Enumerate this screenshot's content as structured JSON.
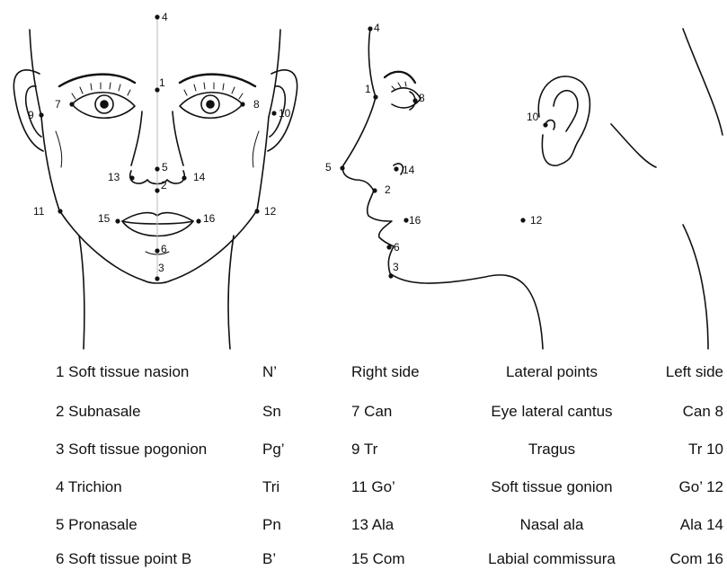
{
  "landmarks": {
    "frontal": [
      "4",
      "1",
      "7",
      "8",
      "9",
      "10",
      "5",
      "2",
      "13",
      "14",
      "11",
      "12",
      "15",
      "16",
      "6",
      "3"
    ],
    "profile": [
      "4",
      "1",
      "8",
      "10",
      "5",
      "14",
      "2",
      "16",
      "12",
      "6",
      "3"
    ]
  },
  "table": {
    "midline": [
      {
        "name": "1 Soft tissue nasion",
        "abbr": "N’"
      },
      {
        "name": "2 Subnasale",
        "abbr": "Sn"
      },
      {
        "name": "3 Soft tissue pogonion",
        "abbr": "Pg’"
      },
      {
        "name": "4 Trichion",
        "abbr": "Tri"
      },
      {
        "name": "5 Pronasale",
        "abbr": "Pn"
      },
      {
        "name": "6 Soft tissue point B",
        "abbr": "B’"
      }
    ],
    "lateral_header": {
      "right": "Right side",
      "center": "Lateral points",
      "left": "Left side"
    },
    "lateral": [
      {
        "right": "7 Can",
        "center": "Eye lateral cantus",
        "left": "Can 8"
      },
      {
        "right": "9 Tr",
        "center": "Tragus",
        "left": "Tr 10"
      },
      {
        "right": "11 Go’",
        "center": "Soft tissue gonion",
        "left": "Go’ 12"
      },
      {
        "right": "13 Ala",
        "center": "Nasal ala",
        "left": "Ala 14"
      },
      {
        "right": "15 Com",
        "center": "Labial commissura",
        "left": "Com 16"
      }
    ]
  }
}
